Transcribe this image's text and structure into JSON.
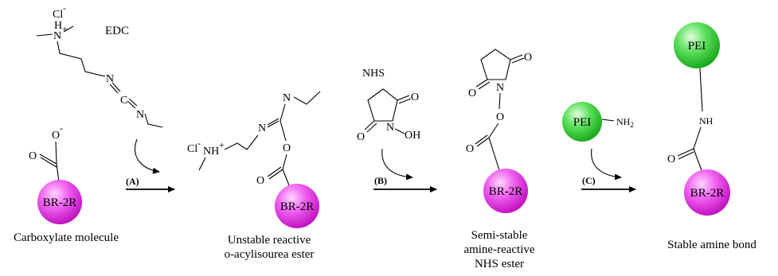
{
  "reagents": {
    "edc": "EDC",
    "nhs": "NHS",
    "chloride": "Cl",
    "charge_neg": "-",
    "charge_pos": "+",
    "nitrogen_h": "H",
    "nitrogen": "N",
    "nh": "NH",
    "oxygen": "O",
    "oh": "OH",
    "carbon": "C",
    "nh2_prefix": "NH",
    "nh2_subscript": "2"
  },
  "molecules": {
    "core_label": "BR-2R",
    "polymer_label": "PEI",
    "core_color": "#e020e0",
    "polymer_color": "#22cc22"
  },
  "steps": {
    "a": "(A)",
    "b": "(B)",
    "c": "(C)"
  },
  "captions": {
    "c1": "Carboxylate molecule",
    "c2_line1": "Unstable reactive",
    "c2_line2": "o-acylisourea ester",
    "c3_line1": "Semi-stable",
    "c3_line2": "amine-reactive",
    "c3_line3": "NHS ester",
    "c4": "Stable amine bond"
  }
}
